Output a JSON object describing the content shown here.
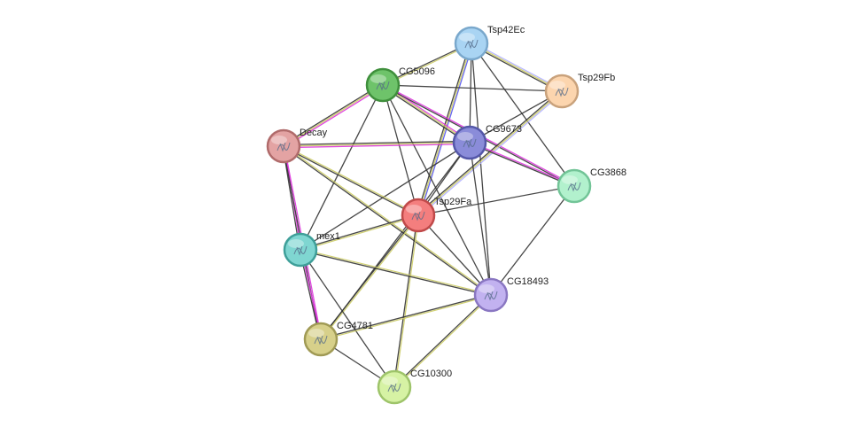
{
  "network": {
    "nodes": [
      {
        "id": "Tsp42Ec",
        "label": "Tsp42Ec",
        "color": "#a9d4f3",
        "stroke": "#7aa8cc"
      },
      {
        "id": "Tsp29Fb",
        "label": "Tsp29Fb",
        "color": "#fcd5ae",
        "stroke": "#c9a27c"
      },
      {
        "id": "CG5096",
        "label": "CG5096",
        "color": "#6ec36a",
        "stroke": "#3f8f3c"
      },
      {
        "id": "CG9673",
        "label": "CG9673",
        "color": "#8a8cd9",
        "stroke": "#5457a8"
      },
      {
        "id": "Decay",
        "label": "Decay",
        "color": "#e3a3a3",
        "stroke": "#b06b6b"
      },
      {
        "id": "CG3868",
        "label": "CG3868",
        "color": "#b2f1cd",
        "stroke": "#72c497"
      },
      {
        "id": "Tsp29Fa",
        "label": "Tsp29Fa",
        "color": "#f47e7e",
        "stroke": "#c04a4a"
      },
      {
        "id": "mex1",
        "label": "mex1",
        "color": "#7fd6d1",
        "stroke": "#3e9f99"
      },
      {
        "id": "CG18493",
        "label": "CG18493",
        "color": "#c2b2f0",
        "stroke": "#8a77c2"
      },
      {
        "id": "CG4781",
        "label": "CG4781",
        "color": "#d7d08a",
        "stroke": "#a09a55"
      },
      {
        "id": "CG10300",
        "label": "CG10300",
        "color": "#d6f2a4",
        "stroke": "#9ec46a"
      }
    ],
    "edges": [
      {
        "source": "Tsp42Ec",
        "target": "Tsp29Fb",
        "types": [
          "#b0b0ff",
          "#cccc66",
          "#333333"
        ]
      },
      {
        "source": "Tsp42Ec",
        "target": "CG5096",
        "types": [
          "#cccc66",
          "#333333"
        ]
      },
      {
        "source": "Tsp42Ec",
        "target": "CG9673",
        "types": [
          "#333333"
        ]
      },
      {
        "source": "Tsp42Ec",
        "target": "Tsp29Fa",
        "types": [
          "#5555ee",
          "#cccc66",
          "#333333"
        ]
      },
      {
        "source": "Tsp42Ec",
        "target": "CG3868",
        "types": [
          "#333333"
        ]
      },
      {
        "source": "Tsp42Ec",
        "target": "CG18493",
        "types": [
          "#333333"
        ]
      },
      {
        "source": "CG5096",
        "target": "Tsp29Fb",
        "types": [
          "#333333"
        ]
      },
      {
        "source": "CG5096",
        "target": "CG9673",
        "types": [
          "#dd33dd",
          "#cccc66",
          "#333333"
        ]
      },
      {
        "source": "CG5096",
        "target": "Decay",
        "types": [
          "#dd33dd",
          "#cccc66",
          "#333333"
        ]
      },
      {
        "source": "CG5096",
        "target": "Tsp29Fa",
        "types": [
          "#333333"
        ]
      },
      {
        "source": "CG5096",
        "target": "mex1",
        "types": [
          "#333333"
        ]
      },
      {
        "source": "CG5096",
        "target": "CG3868",
        "types": [
          "#dd33dd",
          "#333333"
        ]
      },
      {
        "source": "CG5096",
        "target": "CG18493",
        "types": [
          "#333333"
        ]
      },
      {
        "source": "Tsp29Fb",
        "target": "CG9673",
        "types": [
          "#333333"
        ]
      },
      {
        "source": "Tsp29Fb",
        "target": "Tsp29Fa",
        "types": [
          "#b0b0ff",
          "#cccc66",
          "#333333"
        ]
      },
      {
        "source": "CG9673",
        "target": "Decay",
        "types": [
          "#dd33dd",
          "#cccc66",
          "#333333"
        ]
      },
      {
        "source": "CG9673",
        "target": "Tsp29Fa",
        "types": [
          "#333333"
        ]
      },
      {
        "source": "CG9673",
        "target": "mex1",
        "types": [
          "#333333"
        ]
      },
      {
        "source": "CG9673",
        "target": "CG3868",
        "types": [
          "#dd33dd",
          "#333333"
        ]
      },
      {
        "source": "CG9673",
        "target": "CG18493",
        "types": [
          "#333333"
        ]
      },
      {
        "source": "CG9673",
        "target": "CG4781",
        "types": [
          "#333333"
        ]
      },
      {
        "source": "Decay",
        "target": "Tsp29Fa",
        "types": [
          "#cccc66",
          "#333333"
        ]
      },
      {
        "source": "Decay",
        "target": "mex1",
        "types": [
          "#dd33dd",
          "#333333"
        ]
      },
      {
        "source": "Decay",
        "target": "CG4781",
        "types": [
          "#dd33dd",
          "#333333"
        ]
      },
      {
        "source": "Decay",
        "target": "CG18493",
        "types": [
          "#cccc66",
          "#333333"
        ]
      },
      {
        "source": "Tsp29Fa",
        "target": "CG3868",
        "types": [
          "#333333"
        ]
      },
      {
        "source": "Tsp29Fa",
        "target": "mex1",
        "types": [
          "#cccc66",
          "#333333"
        ]
      },
      {
        "source": "Tsp29Fa",
        "target": "CG18493",
        "types": [
          "#333333"
        ]
      },
      {
        "source": "Tsp29Fa",
        "target": "CG4781",
        "types": [
          "#cccc66",
          "#333333"
        ]
      },
      {
        "source": "Tsp29Fa",
        "target": "CG10300",
        "types": [
          "#cccc66",
          "#333333"
        ]
      },
      {
        "source": "CG3868",
        "target": "CG18493",
        "types": [
          "#333333"
        ]
      },
      {
        "source": "mex1",
        "target": "CG18493",
        "types": [
          "#cccc66",
          "#333333"
        ]
      },
      {
        "source": "mex1",
        "target": "CG4781",
        "types": [
          "#dd33dd",
          "#333333"
        ]
      },
      {
        "source": "mex1",
        "target": "CG10300",
        "types": [
          "#333333"
        ]
      },
      {
        "source": "CG18493",
        "target": "CG4781",
        "types": [
          "#cccc66",
          "#333333"
        ]
      },
      {
        "source": "CG18493",
        "target": "CG10300",
        "types": [
          "#cccc66",
          "#333333"
        ]
      },
      {
        "source": "CG4781",
        "target": "CG10300",
        "types": [
          "#333333"
        ]
      }
    ]
  }
}
